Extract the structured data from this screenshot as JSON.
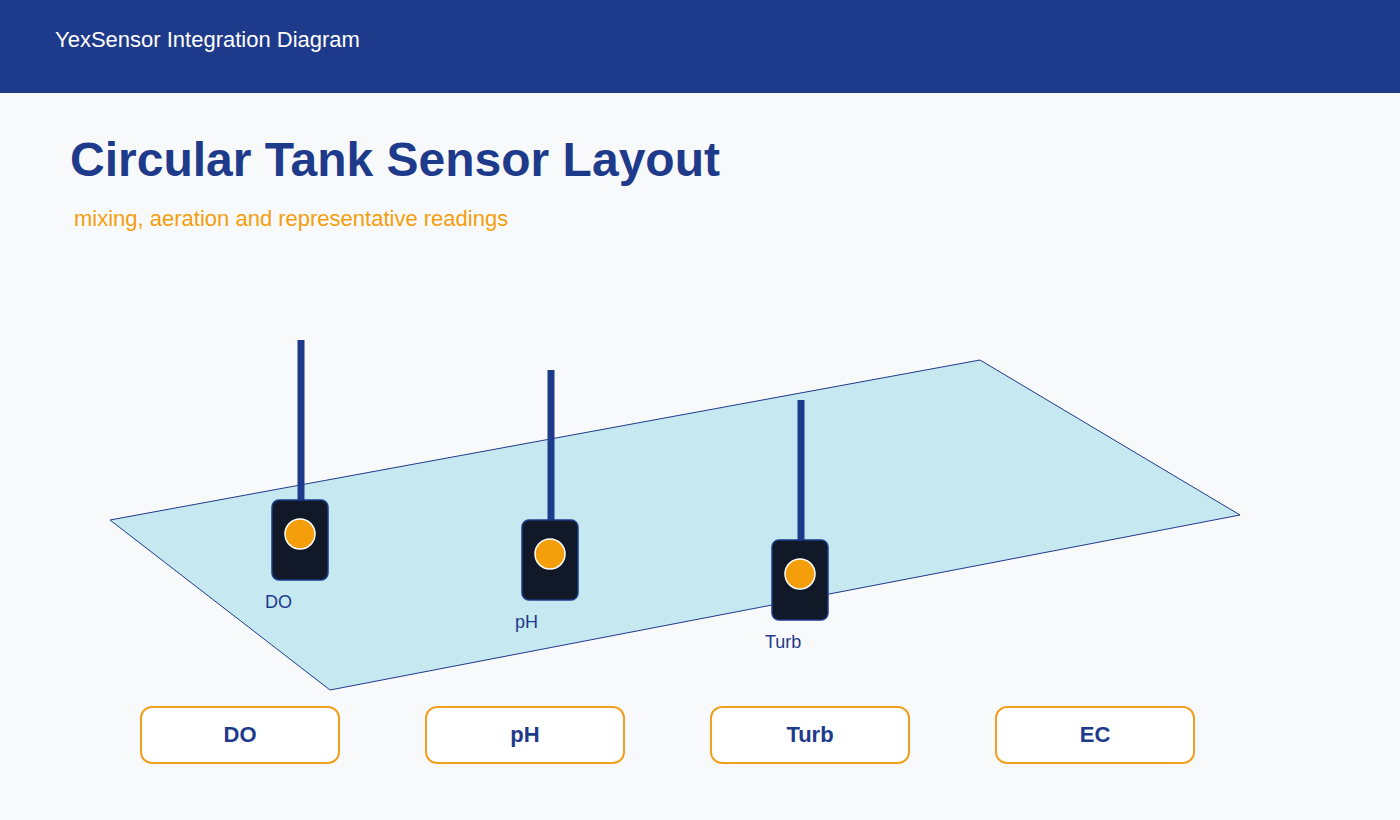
{
  "diagram": {
    "title": "Circular Tank Sensor Layout",
    "caption": "mixing, aeration and representative readings",
    "nodes": [
      {
        "text": [
          "DO"
        ]
      },
      {
        "text": [
          "pH"
        ]
      },
      {
        "text": [
          "Turb"
        ]
      },
      {
        "text": [
          "EC"
        ]
      }
    ],
    "labels": [
      "YexSensor Integration Diagram",
      "DO",
      "pH",
      "Turb"
    ]
  }
}
